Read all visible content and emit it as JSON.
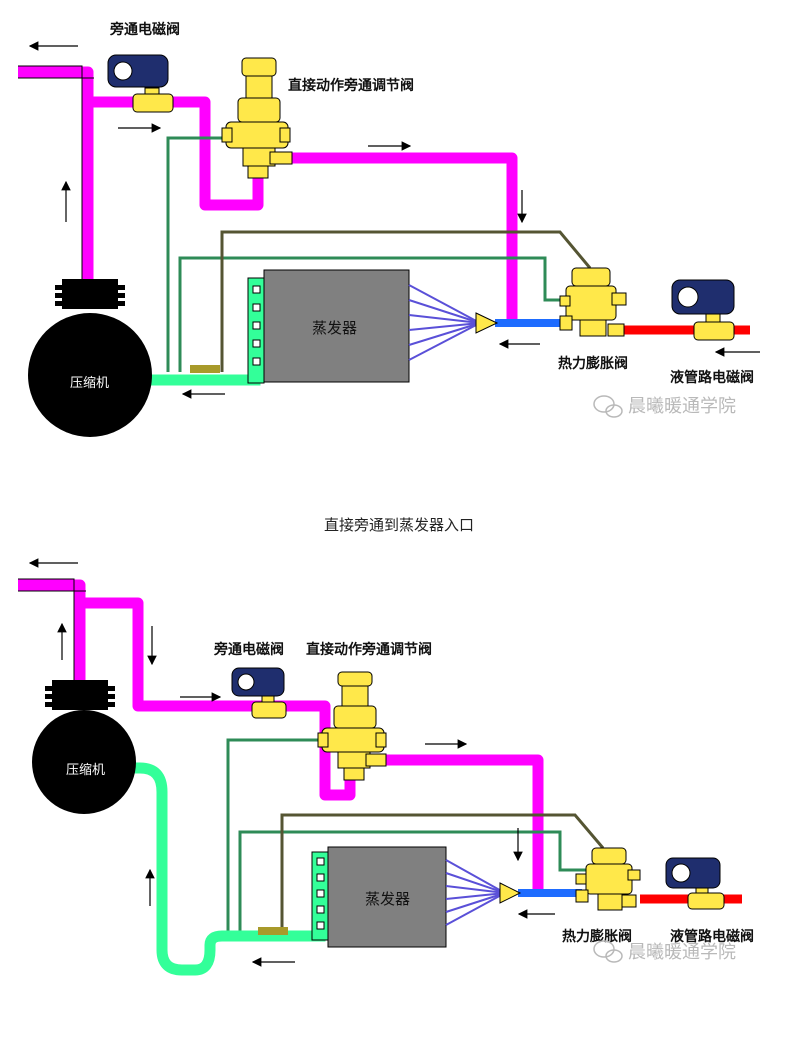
{
  "caption": "直接旁通到蒸发器入口",
  "colors": {
    "discharge": "#ff00ff",
    "suction": "#33ff99",
    "liquid": "#ff0000",
    "expansion_outlet": "#1e6cff",
    "valve_yellow": "#ffe84a",
    "coil_blue": "#1f2e6e",
    "evaporator": "#808080",
    "compressor": "#000000",
    "equalizer": "#2e8b57",
    "capillary": "#555533"
  },
  "top": {
    "bypass_solenoid_label": "旁通电磁阀",
    "regulator_label": "直接动作旁通调节阀",
    "evaporator_label": "蒸发器",
    "compressor_label": "压缩机",
    "txv_label": "热力膨胀阀",
    "liquid_solenoid_label": "液管路电磁阀",
    "watermark": "晨曦暖通学院"
  },
  "bottom": {
    "bypass_solenoid_label": "旁通电磁阀",
    "regulator_label": "直接动作旁通调节阀",
    "evaporator_label": "蒸发器",
    "compressor_label": "压缩机",
    "txv_label": "热力膨胀阀",
    "liquid_solenoid_label": "液管路电磁阀",
    "watermark": "晨曦暖通学院"
  }
}
